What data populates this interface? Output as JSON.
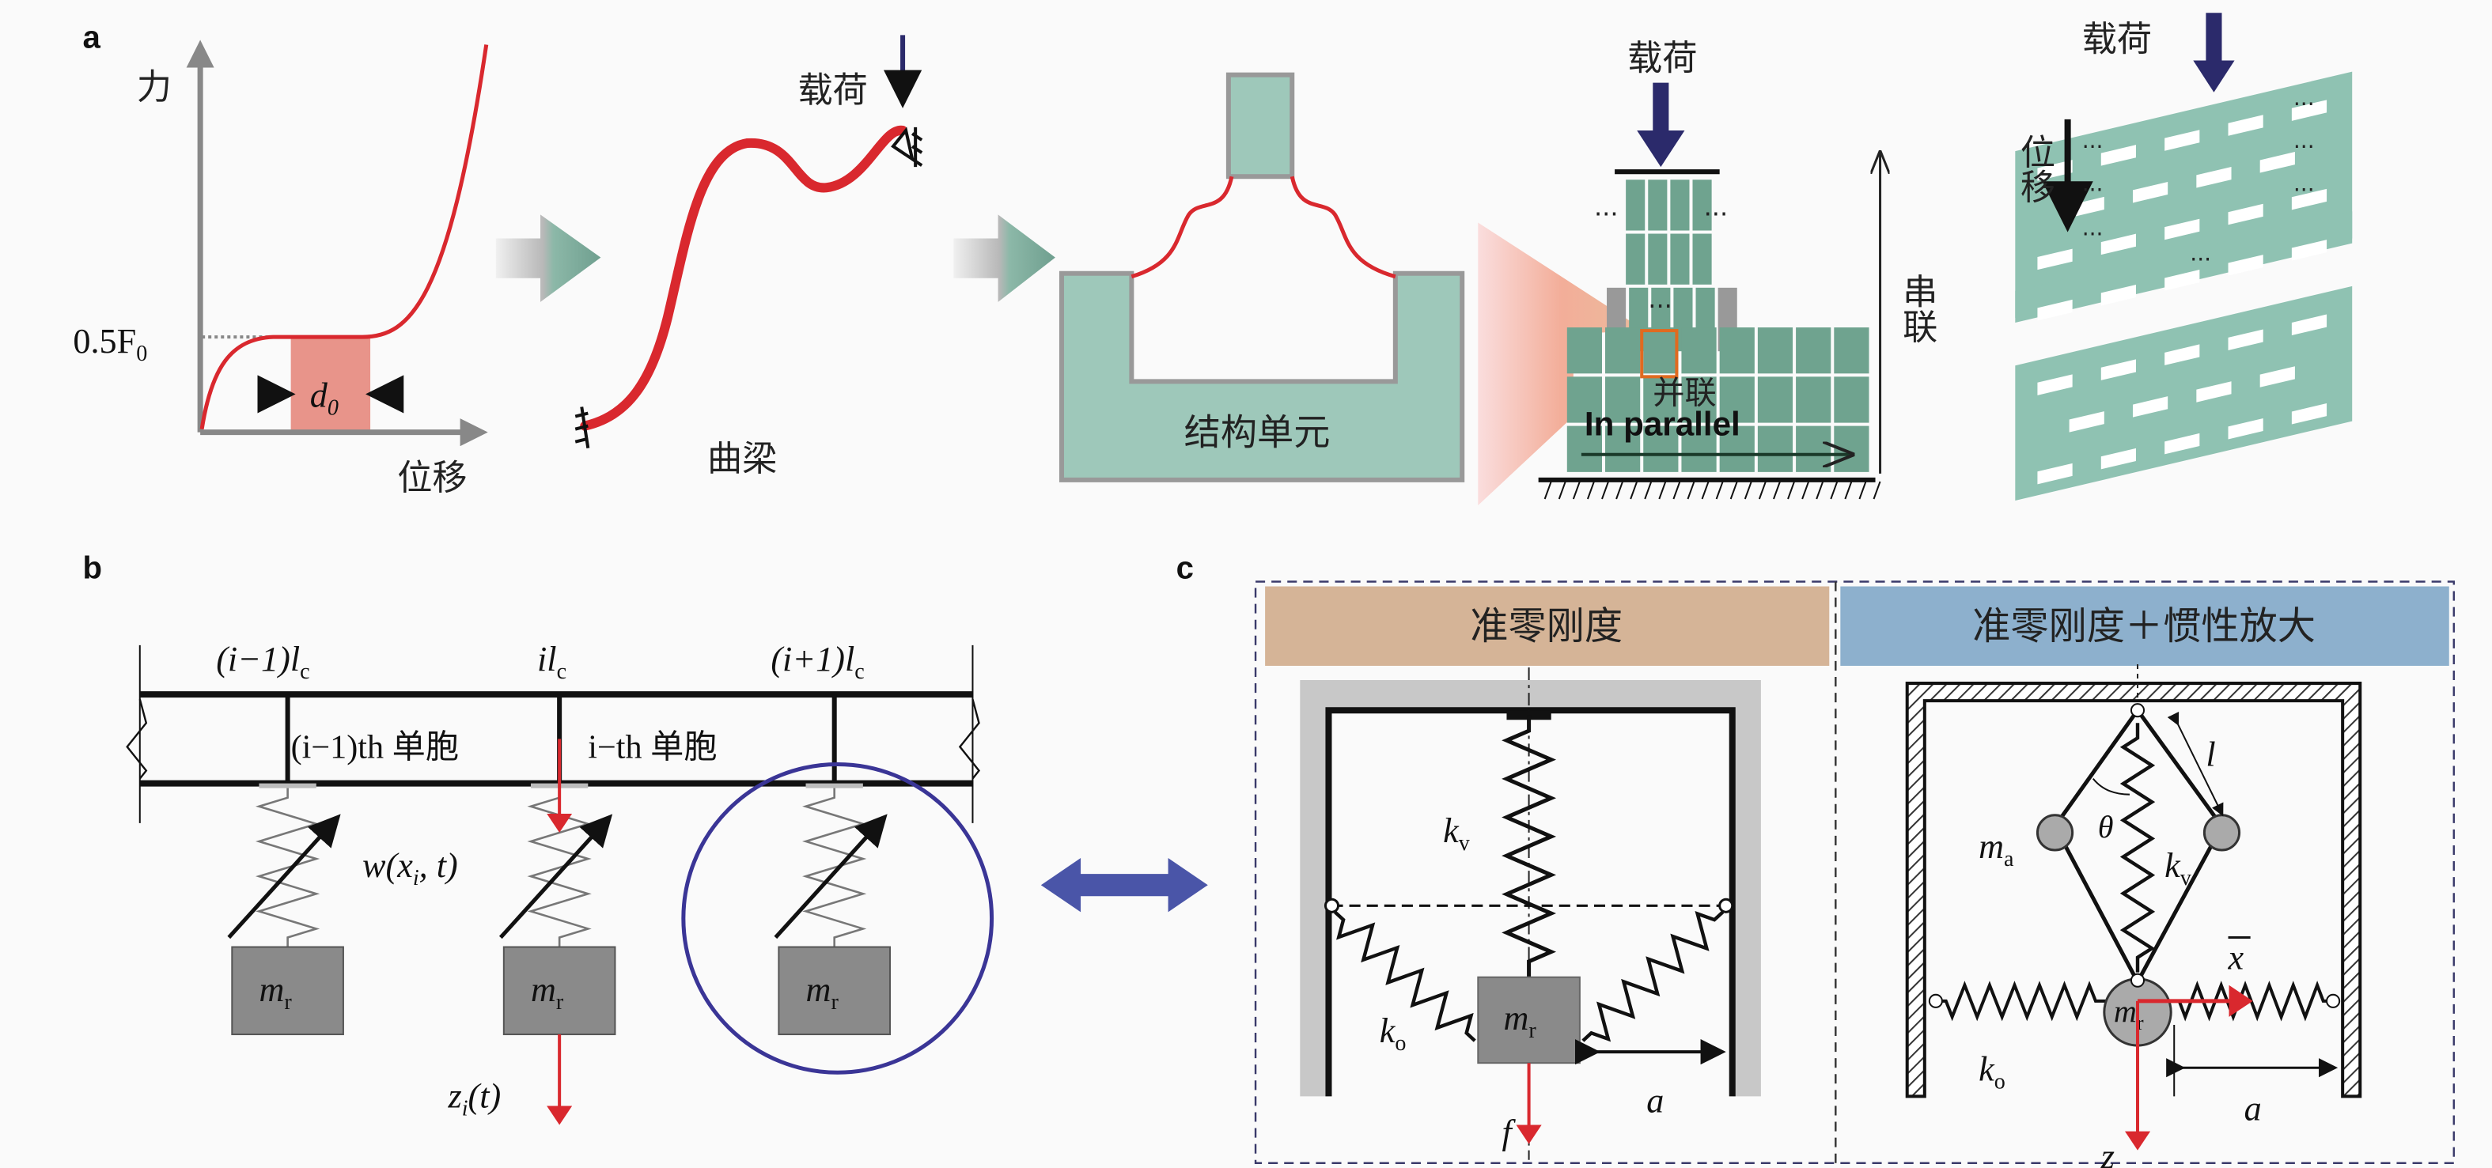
{
  "panel_labels": {
    "a": "a",
    "b": "b",
    "c": "c"
  },
  "panel_a": {
    "force_axis": "力",
    "disp_axis": "位移",
    "plateau": {
      "main": "0.5F",
      "sub": "0"
    },
    "d0": {
      "main": "d",
      "sub": "0"
    },
    "beam_label": "曲梁",
    "beam_load": "载荷",
    "unit_label": "结构单元",
    "stack_load": "载荷",
    "parallel_cn": "并联",
    "parallel_en": "In parallel",
    "series_cn": "串联",
    "lattice_load": "载荷",
    "lattice_disp": "位移",
    "ellipsis": "···"
  },
  "panel_b": {
    "pos_labels": [
      {
        "main": "(i−1)l",
        "sub": "c"
      },
      {
        "main": "il",
        "sub": "c"
      },
      {
        "main": "(i+1)l",
        "sub": "c"
      }
    ],
    "cell_labels": [
      "(i−1)th 单胞",
      "i−th 单胞"
    ],
    "deflection": "w(x",
    "deflection_sub": "i",
    "deflection_tail": ", t)",
    "mass": {
      "main": "m",
      "sub": "r"
    },
    "disp": {
      "main": "z",
      "sub": "i",
      "tail": "(t)"
    }
  },
  "panel_c": {
    "left_title": "准零刚度",
    "right_title": "准零刚度＋惯性放大",
    "kv": {
      "main": "k",
      "sub": "v"
    },
    "ko": {
      "main": "k",
      "sub": "o"
    },
    "mass": {
      "main": "m",
      "sub": "r"
    },
    "ma": {
      "main": "m",
      "sub": "a"
    },
    "force": "f",
    "a": "a",
    "l": "l",
    "theta": "θ",
    "xbar": "x",
    "z": "z"
  },
  "colors": {
    "curve_red": "#d9282e",
    "plateau_fill": "#e8948a",
    "teal": "#8fc2b2",
    "cell_teal": "#6fa38f",
    "load_navy": "#2b2a6b",
    "ellipse_blue": "#3a3596",
    "double_arrow": "#4a55a8",
    "header_tan": "#d5b497",
    "header_blue": "#8db0cd"
  }
}
